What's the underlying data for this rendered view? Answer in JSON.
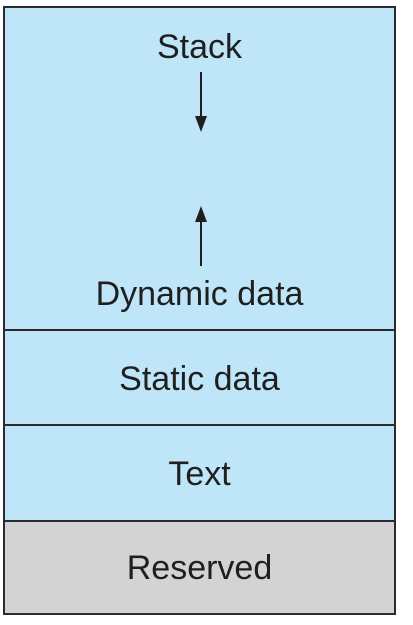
{
  "diagram": {
    "segments": [
      {
        "label": "Stack"
      },
      {
        "label": "Dynamic data"
      },
      {
        "label": "Static data"
      },
      {
        "label": "Text"
      },
      {
        "label": "Reserved"
      }
    ]
  }
}
